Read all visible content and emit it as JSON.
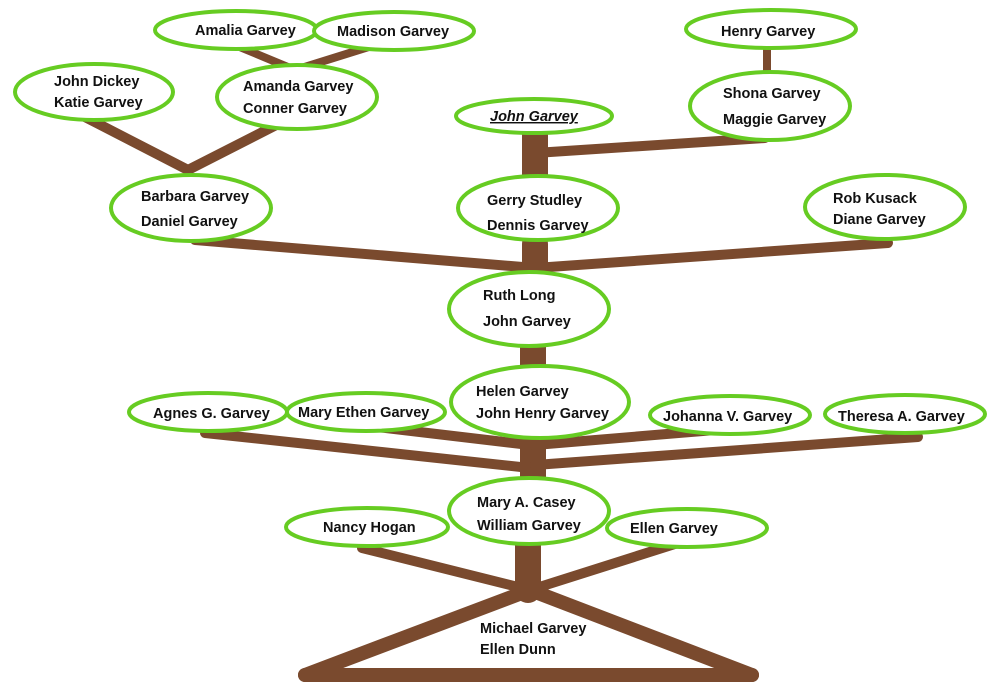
{
  "tree": {
    "couples": {
      "amalia": [
        "Amalia Garvey"
      ],
      "madison": [
        "Madison Garvey"
      ],
      "henry": [
        "Henry Garvey"
      ],
      "john_katie": [
        "John Dickey",
        "Katie Garvey"
      ],
      "amanda_conner": [
        "Amanda Garvey",
        "Conner Garvey"
      ],
      "shona_maggie": [
        "Shona Garvey",
        "Maggie Garvey"
      ],
      "john": [
        "John Garvey"
      ],
      "barbara_daniel": [
        "Barbara Garvey",
        "Daniel Garvey"
      ],
      "gerry_dennis": [
        "Gerry Studley",
        "Dennis Garvey"
      ],
      "rob_diane": [
        "Rob Kusack",
        "Diane Garvey"
      ],
      "ruth_john": [
        "Ruth Long",
        "John Garvey"
      ],
      "agnes": [
        "Agnes G. Garvey"
      ],
      "mary_ethen": [
        "Mary Ethen Garvey"
      ],
      "helen_johnhenry": [
        "Helen Garvey",
        "John Henry Garvey"
      ],
      "johanna": [
        "Johanna V. Garvey"
      ],
      "theresa": [
        "Theresa A. Garvey"
      ],
      "mary_william": [
        "Mary A. Casey",
        "William Garvey"
      ],
      "nancy": [
        "Nancy Hogan"
      ],
      "ellen": [
        "Ellen Garvey"
      ],
      "michael_ellen": [
        "Michael Garvey",
        "Ellen Dunn"
      ]
    },
    "colors": {
      "branch": "#7a4a2e",
      "node_border": "#66cc22",
      "text": "#111111"
    }
  }
}
